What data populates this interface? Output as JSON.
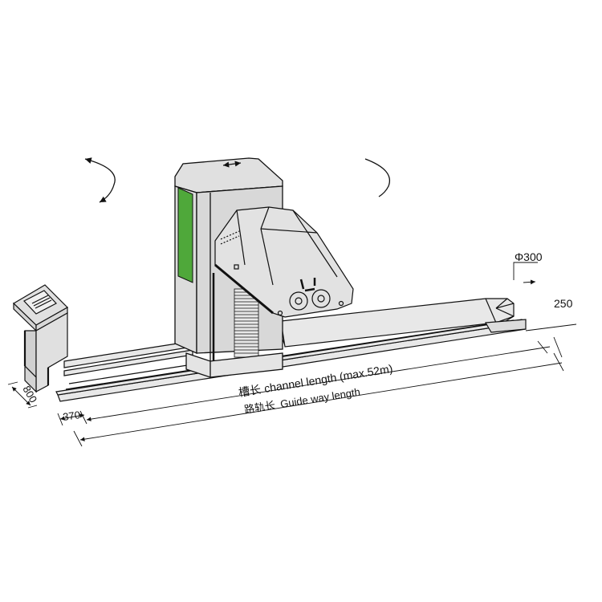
{
  "diagram": {
    "type": "machine-dimension-drawing",
    "colors": {
      "body": "#dcdcdc",
      "body_light": "#e8e8e8",
      "outline": "#111111",
      "panel_green": "#4fa83a",
      "background": "#ffffff"
    },
    "labels": {
      "channel_length_cn": "槽长",
      "channel_length_en": "channel  length  (max.52m)",
      "guide_way_cn": "路轨长",
      "guide_way_en": "Guide way length",
      "diameter": "Φ300",
      "dim_250": "250",
      "dim_800": "800",
      "dim_370": "370"
    },
    "components": [
      "control-console",
      "main-column",
      "green-panel",
      "spray-head",
      "guide-rail",
      "channel",
      "rotation-arrow-left",
      "rotation-arrow-right",
      "travel-arrow"
    ]
  }
}
